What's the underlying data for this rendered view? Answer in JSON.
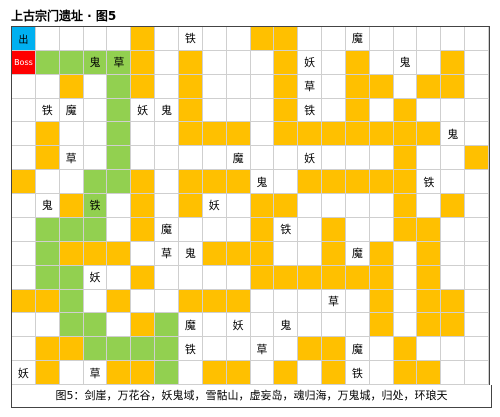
{
  "title": "上古宗门遗址 · 图5",
  "caption": "图5：剑崖，万花谷，妖鬼域，雪骷山，虚妄岛，魂归海，万鬼城，归处，环琅天",
  "colors": {
    "orange": "#ffc000",
    "green": "#92d050",
    "blue": "#00b0f0",
    "red": "#ff0000"
  },
  "legend_codes": {
    "O": "orange block",
    "G": "green path",
    "B": "blue start/end",
    "R": "red boss",
    ".": "empty"
  },
  "grid": [
    [
      {
        "t": "B",
        "l": "出"
      },
      {
        "t": "."
      },
      {
        "t": "."
      },
      {
        "t": "."
      },
      {
        "t": "."
      },
      {
        "t": "O"
      },
      {
        "t": "."
      },
      {
        "t": ".",
        "l": "铁"
      },
      {
        "t": "."
      },
      {
        "t": "."
      },
      {
        "t": "O"
      },
      {
        "t": "O"
      },
      {
        "t": "."
      },
      {
        "t": "."
      },
      {
        "t": ".",
        "l": "魔"
      },
      {
        "t": "."
      },
      {
        "t": "."
      },
      {
        "t": "."
      },
      {
        "t": "."
      },
      {
        "t": "."
      }
    ],
    [
      {
        "t": "R",
        "l": "Boss"
      },
      {
        "t": "G"
      },
      {
        "t": "G"
      },
      {
        "t": "G",
        "l": "鬼"
      },
      {
        "t": "G",
        "l": "草"
      },
      {
        "t": "O"
      },
      {
        "t": "."
      },
      {
        "t": "O"
      },
      {
        "t": "."
      },
      {
        "t": "."
      },
      {
        "t": "."
      },
      {
        "t": "O"
      },
      {
        "t": ".",
        "l": "妖"
      },
      {
        "t": "."
      },
      {
        "t": "O"
      },
      {
        "t": "."
      },
      {
        "t": ".",
        "l": "鬼"
      },
      {
        "t": "."
      },
      {
        "t": "O"
      },
      {
        "t": "."
      }
    ],
    [
      {
        "t": "."
      },
      {
        "t": "."
      },
      {
        "t": "O"
      },
      {
        "t": "."
      },
      {
        "t": "G"
      },
      {
        "t": "O"
      },
      {
        "t": "."
      },
      {
        "t": "O"
      },
      {
        "t": "."
      },
      {
        "t": "."
      },
      {
        "t": "."
      },
      {
        "t": "O"
      },
      {
        "t": ".",
        "l": "草"
      },
      {
        "t": "."
      },
      {
        "t": "O"
      },
      {
        "t": "O"
      },
      {
        "t": "."
      },
      {
        "t": "O"
      },
      {
        "t": "O"
      },
      {
        "t": "."
      }
    ],
    [
      {
        "t": "."
      },
      {
        "t": ".",
        "l": "铁"
      },
      {
        "t": ".",
        "l": "魔"
      },
      {
        "t": "."
      },
      {
        "t": "G"
      },
      {
        "t": ".",
        "l": "妖"
      },
      {
        "t": ".",
        "l": "鬼"
      },
      {
        "t": "O"
      },
      {
        "t": "."
      },
      {
        "t": "."
      },
      {
        "t": "."
      },
      {
        "t": "O"
      },
      {
        "t": ".",
        "l": "铁"
      },
      {
        "t": "."
      },
      {
        "t": "O"
      },
      {
        "t": "."
      },
      {
        "t": "O"
      },
      {
        "t": "."
      },
      {
        "t": "."
      },
      {
        "t": "."
      }
    ],
    [
      {
        "t": "."
      },
      {
        "t": "O"
      },
      {
        "t": "."
      },
      {
        "t": "."
      },
      {
        "t": "G"
      },
      {
        "t": "."
      },
      {
        "t": "."
      },
      {
        "t": "O"
      },
      {
        "t": "O"
      },
      {
        "t": "O"
      },
      {
        "t": "."
      },
      {
        "t": "O"
      },
      {
        "t": "O"
      },
      {
        "t": "O"
      },
      {
        "t": "O"
      },
      {
        "t": "O"
      },
      {
        "t": "O"
      },
      {
        "t": "O"
      },
      {
        "t": ".",
        "l": "鬼"
      },
      {
        "t": "."
      }
    ],
    [
      {
        "t": "."
      },
      {
        "t": "O"
      },
      {
        "t": ".",
        "l": "草"
      },
      {
        "t": "."
      },
      {
        "t": "G"
      },
      {
        "t": "."
      },
      {
        "t": "."
      },
      {
        "t": "."
      },
      {
        "t": "."
      },
      {
        "t": ".",
        "l": "魔"
      },
      {
        "t": "."
      },
      {
        "t": "."
      },
      {
        "t": ".",
        "l": "妖"
      },
      {
        "t": "."
      },
      {
        "t": "."
      },
      {
        "t": "."
      },
      {
        "t": "O"
      },
      {
        "t": "."
      },
      {
        "t": "."
      },
      {
        "t": "O"
      }
    ],
    [
      {
        "t": "O"
      },
      {
        "t": "."
      },
      {
        "t": "."
      },
      {
        "t": "G"
      },
      {
        "t": "G"
      },
      {
        "t": "O"
      },
      {
        "t": "."
      },
      {
        "t": "O"
      },
      {
        "t": "O"
      },
      {
        "t": "O"
      },
      {
        "t": ".",
        "l": "鬼"
      },
      {
        "t": "."
      },
      {
        "t": "O"
      },
      {
        "t": "O"
      },
      {
        "t": "O"
      },
      {
        "t": "O"
      },
      {
        "t": "O"
      },
      {
        "t": ".",
        "l": "铁"
      },
      {
        "t": "."
      },
      {
        "t": "."
      }
    ],
    [
      {
        "t": "."
      },
      {
        "t": ".",
        "l": "鬼"
      },
      {
        "t": "O"
      },
      {
        "t": "G",
        "l": "铁"
      },
      {
        "t": "."
      },
      {
        "t": "O"
      },
      {
        "t": "."
      },
      {
        "t": "O"
      },
      {
        "t": ".",
        "l": "妖"
      },
      {
        "t": "."
      },
      {
        "t": "O"
      },
      {
        "t": "O"
      },
      {
        "t": "."
      },
      {
        "t": "."
      },
      {
        "t": "."
      },
      {
        "t": "."
      },
      {
        "t": "O"
      },
      {
        "t": "."
      },
      {
        "t": "O"
      },
      {
        "t": "."
      }
    ],
    [
      {
        "t": "."
      },
      {
        "t": "G"
      },
      {
        "t": "G"
      },
      {
        "t": "G"
      },
      {
        "t": "."
      },
      {
        "t": "O"
      },
      {
        "t": ".",
        "l": "魔"
      },
      {
        "t": "."
      },
      {
        "t": "."
      },
      {
        "t": "."
      },
      {
        "t": "O"
      },
      {
        "t": ".",
        "l": "铁"
      },
      {
        "t": "."
      },
      {
        "t": "O"
      },
      {
        "t": "."
      },
      {
        "t": "."
      },
      {
        "t": "O"
      },
      {
        "t": "O"
      },
      {
        "t": "."
      },
      {
        "t": "."
      }
    ],
    [
      {
        "t": "."
      },
      {
        "t": "G"
      },
      {
        "t": "O"
      },
      {
        "t": "O"
      },
      {
        "t": "O"
      },
      {
        "t": "."
      },
      {
        "t": ".",
        "l": "草"
      },
      {
        "t": ".",
        "l": "鬼"
      },
      {
        "t": "O"
      },
      {
        "t": "O"
      },
      {
        "t": "O"
      },
      {
        "t": "."
      },
      {
        "t": "."
      },
      {
        "t": "O"
      },
      {
        "t": ".",
        "l": "魔"
      },
      {
        "t": "O"
      },
      {
        "t": "."
      },
      {
        "t": "O"
      },
      {
        "t": "."
      },
      {
        "t": "."
      }
    ],
    [
      {
        "t": "."
      },
      {
        "t": "G"
      },
      {
        "t": "G"
      },
      {
        "t": ".",
        "l": "妖"
      },
      {
        "t": "."
      },
      {
        "t": "O"
      },
      {
        "t": "."
      },
      {
        "t": "."
      },
      {
        "t": "."
      },
      {
        "t": "."
      },
      {
        "t": "O"
      },
      {
        "t": "O"
      },
      {
        "t": "O"
      },
      {
        "t": "O"
      },
      {
        "t": "O"
      },
      {
        "t": "O"
      },
      {
        "t": "."
      },
      {
        "t": "O"
      },
      {
        "t": "."
      },
      {
        "t": "."
      }
    ],
    [
      {
        "t": "O"
      },
      {
        "t": "O"
      },
      {
        "t": "G"
      },
      {
        "t": "."
      },
      {
        "t": "O"
      },
      {
        "t": "."
      },
      {
        "t": "."
      },
      {
        "t": "O"
      },
      {
        "t": "O"
      },
      {
        "t": "O"
      },
      {
        "t": "."
      },
      {
        "t": "."
      },
      {
        "t": "."
      },
      {
        "t": ".",
        "l": "草"
      },
      {
        "t": "."
      },
      {
        "t": "O"
      },
      {
        "t": "."
      },
      {
        "t": "O"
      },
      {
        "t": "O"
      },
      {
        "t": "."
      }
    ],
    [
      {
        "t": "."
      },
      {
        "t": "."
      },
      {
        "t": "G"
      },
      {
        "t": "G"
      },
      {
        "t": "."
      },
      {
        "t": "O"
      },
      {
        "t": "G"
      },
      {
        "t": ".",
        "l": "魔"
      },
      {
        "t": "."
      },
      {
        "t": ".",
        "l": "妖"
      },
      {
        "t": "."
      },
      {
        "t": ".",
        "l": "鬼"
      },
      {
        "t": "."
      },
      {
        "t": "."
      },
      {
        "t": "."
      },
      {
        "t": "O"
      },
      {
        "t": "."
      },
      {
        "t": "O"
      },
      {
        "t": "O"
      },
      {
        "t": "."
      }
    ],
    [
      {
        "t": "."
      },
      {
        "t": "O"
      },
      {
        "t": "O"
      },
      {
        "t": "G"
      },
      {
        "t": "G"
      },
      {
        "t": "G"
      },
      {
        "t": "G"
      },
      {
        "t": ".",
        "l": "铁"
      },
      {
        "t": "."
      },
      {
        "t": "."
      },
      {
        "t": ".",
        "l": "草"
      },
      {
        "t": "."
      },
      {
        "t": "O"
      },
      {
        "t": "O"
      },
      {
        "t": ".",
        "l": "魔"
      },
      {
        "t": "."
      },
      {
        "t": "O"
      },
      {
        "t": "."
      },
      {
        "t": "."
      },
      {
        "t": "."
      }
    ],
    [
      {
        "t": ".",
        "l": "妖"
      },
      {
        "t": "O"
      },
      {
        "t": "."
      },
      {
        "t": ".",
        "l": "草"
      },
      {
        "t": "O"
      },
      {
        "t": "O"
      },
      {
        "t": "G"
      },
      {
        "t": "."
      },
      {
        "t": "O"
      },
      {
        "t": "O"
      },
      {
        "t": "."
      },
      {
        "t": "O"
      },
      {
        "t": "."
      },
      {
        "t": "O"
      },
      {
        "t": ".",
        "l": "铁"
      },
      {
        "t": "."
      },
      {
        "t": "O"
      },
      {
        "t": "O"
      },
      {
        "t": "."
      },
      {
        "t": "."
      }
    ]
  ]
}
